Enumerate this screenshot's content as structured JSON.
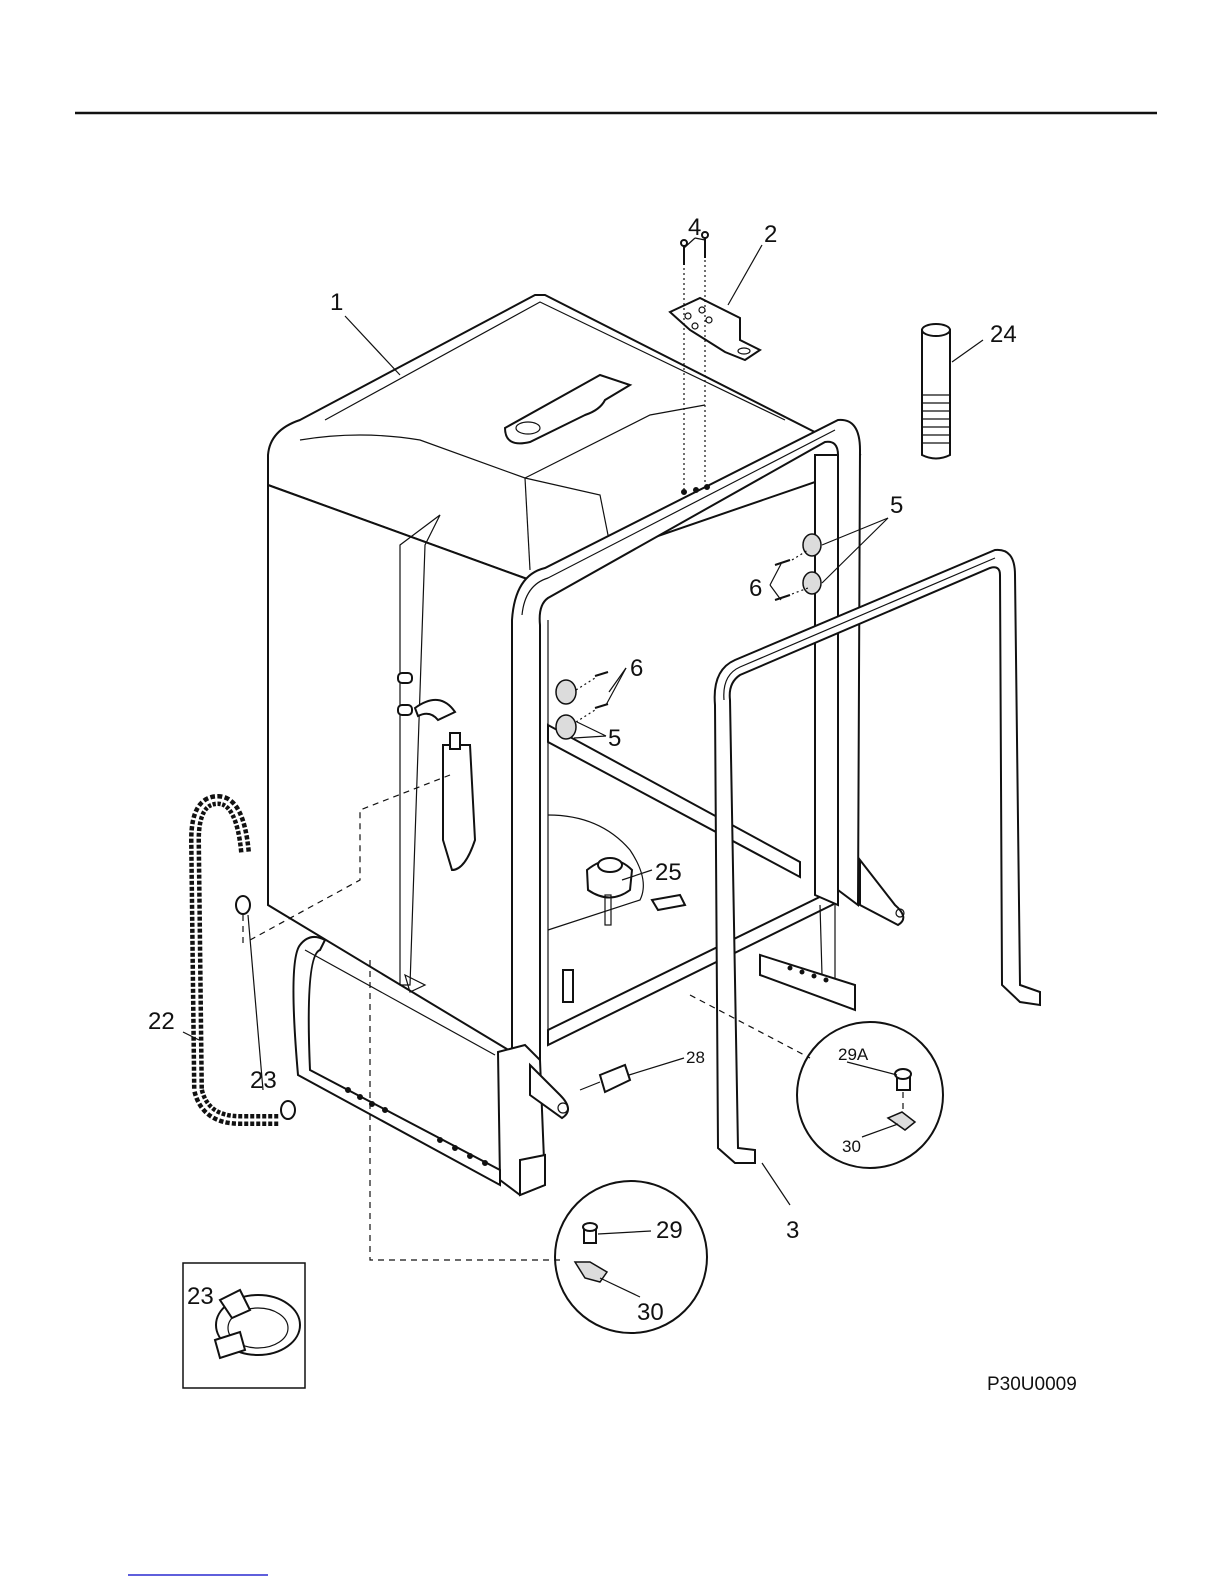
{
  "callouts": {
    "c1": "1",
    "c2": "2",
    "c3": "3",
    "c4": "4",
    "c5a": "5",
    "c5b": "5",
    "c6a": "6",
    "c6b": "6",
    "c22": "22",
    "c23a": "23",
    "c23b": "23",
    "c24": "24",
    "c25": "25",
    "c28": "28",
    "c29": "29",
    "c29a": "29A",
    "c30a": "30",
    "c30b": "30"
  },
  "figure_code": "P30U0009",
  "footer_link": ""
}
